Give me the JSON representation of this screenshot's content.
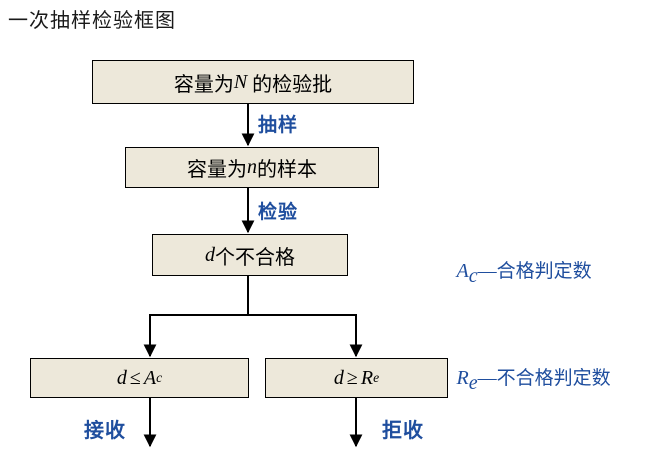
{
  "title": "一次抽样检验框图",
  "colors": {
    "blue": "#1f4e9e",
    "box_bg": "#ede8da",
    "box_border": "#000000",
    "arrow": "#000000"
  },
  "boxes": {
    "lot": {
      "pre": "容量为",
      "var": "N",
      "post": " 的检验批"
    },
    "sample": {
      "pre": "容量为",
      "var": "n",
      "post": "的样本"
    },
    "defect": {
      "var": "d",
      "post": "个不合格"
    },
    "accept": {
      "var1": "d",
      "op": "≤",
      "var2": "A",
      "sub": "c"
    },
    "reject": {
      "var1": "d",
      "op": "≥",
      "var2": "R",
      "sub": "e"
    }
  },
  "labels": {
    "sampling": "抽样",
    "inspection": "检验",
    "accept": "接收",
    "reject": "拒收"
  },
  "legend": [
    {
      "var": "A",
      "sub": "c",
      "text": "—合格判定数"
    },
    {
      "var": "R",
      "sub": "e",
      "text": "—不合格判定数"
    }
  ]
}
